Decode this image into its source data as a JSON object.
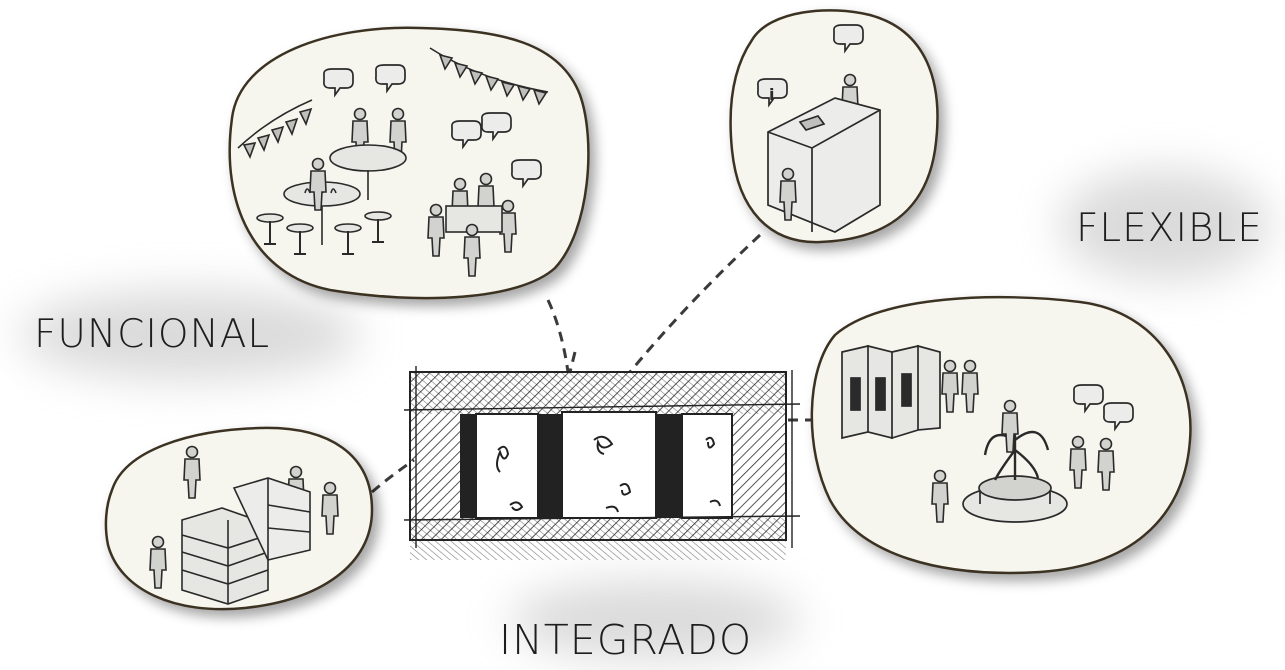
{
  "labels": {
    "funcional": "FUNCIONAL",
    "flexible": "FLEXIBLE",
    "integrado": "INTEGRADO"
  },
  "colors": {
    "bubble_fill": "#f7f6ee",
    "bubble_stroke": "#3b3024",
    "sketch_ink": "#2a2a2a",
    "figure_fill": "#d2d2cf",
    "smudge": "#bdbdbd",
    "text": "#1e1e1e"
  },
  "icons": {
    "info_bubble_glyph": "i"
  }
}
